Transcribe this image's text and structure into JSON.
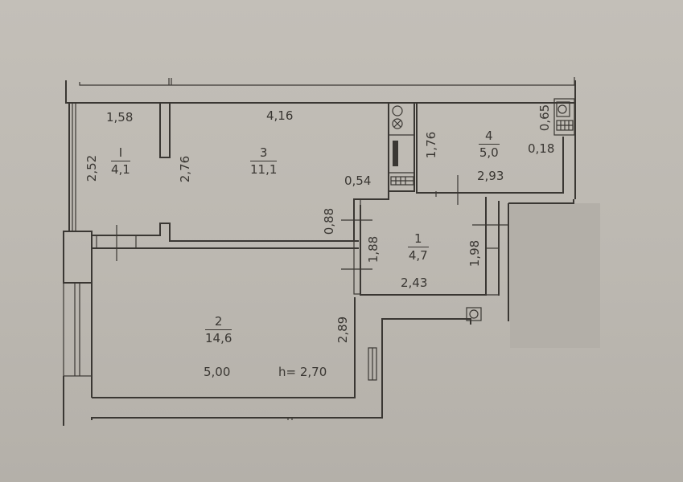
{
  "plan": {
    "ceiling_height": "h= 2,70",
    "rooms": [
      {
        "id": "I",
        "number": "I",
        "area": "4,1"
      },
      {
        "id": "3",
        "number": "3",
        "area": "11,1"
      },
      {
        "id": "4",
        "number": "4",
        "area": "5,0"
      },
      {
        "id": "1",
        "number": "1",
        "area": "4,7"
      },
      {
        "id": "2",
        "number": "2",
        "area": "14,6"
      }
    ],
    "dimensions": {
      "balcony_width": "1,58",
      "room3_width": "4,16",
      "balcony_depth": "2,52",
      "partition_len": "2,76",
      "kitchen_depth": "1,76",
      "kitchen_width": "2,93",
      "niche_depth": "0,65",
      "niche_width": "0,18",
      "opening": "0,54",
      "wall_seg": "0,88",
      "bath_left": "1,88",
      "bath_right": "1,98",
      "bath_width": "2,43",
      "room2_depth": "2,89",
      "room2_width": "5,00"
    }
  }
}
